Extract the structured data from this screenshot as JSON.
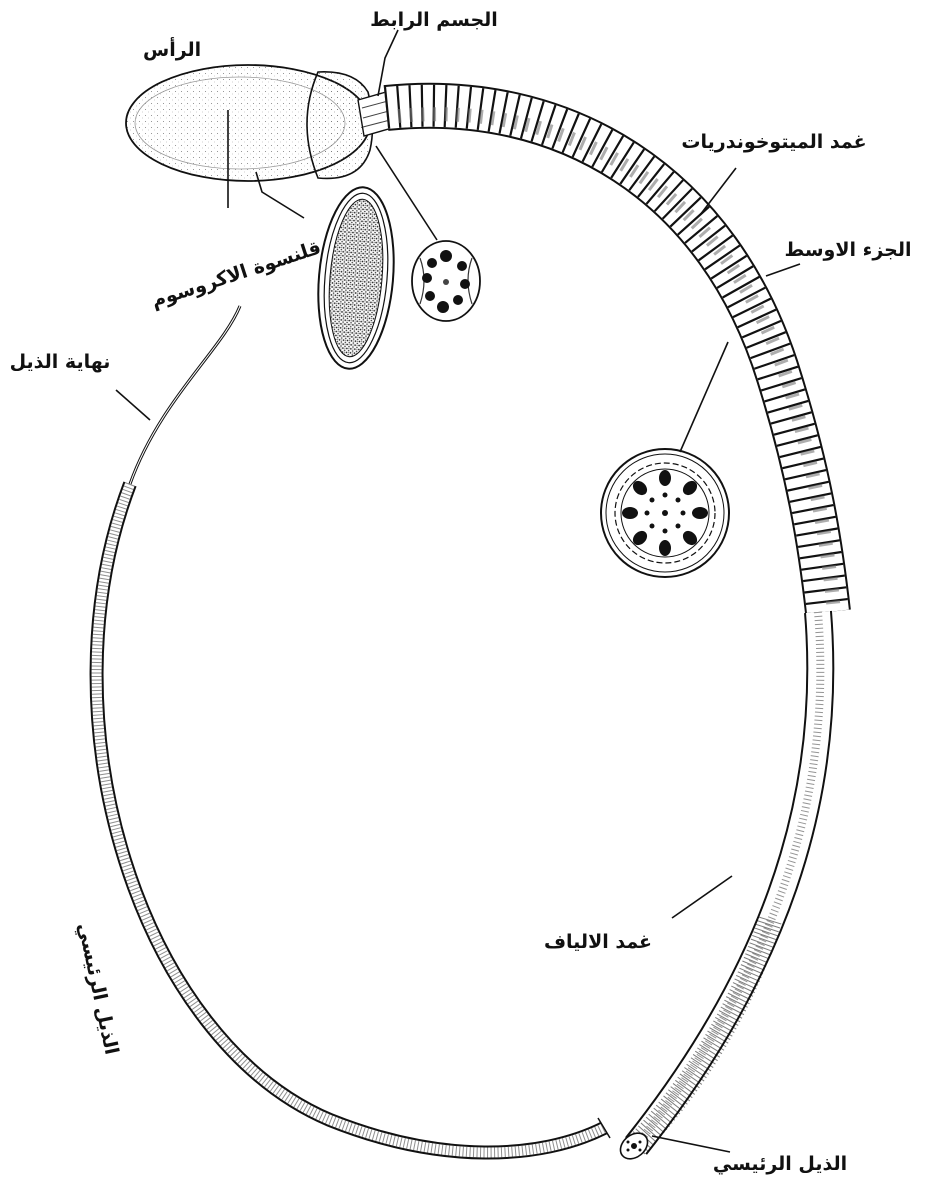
{
  "labels": {
    "head": "الرأس",
    "connecting_piece": "الجسم الرابط",
    "mitochondrial_sheath": "غمد الميتوخوندريات",
    "acrosomal_cap": "قلنسوة الاكروسوم",
    "midpiece": "الجزء الاوسط",
    "end_piece": "نهاية الذيل",
    "principal_piece_left": "الذيل الرئيسي",
    "fibrous_sheath": "غمد الالياف",
    "principal_piece_right": "الذيل الرئيسي"
  },
  "colors": {
    "ink": "#111111",
    "paper": "#ffffff",
    "stipple": "#555555"
  }
}
